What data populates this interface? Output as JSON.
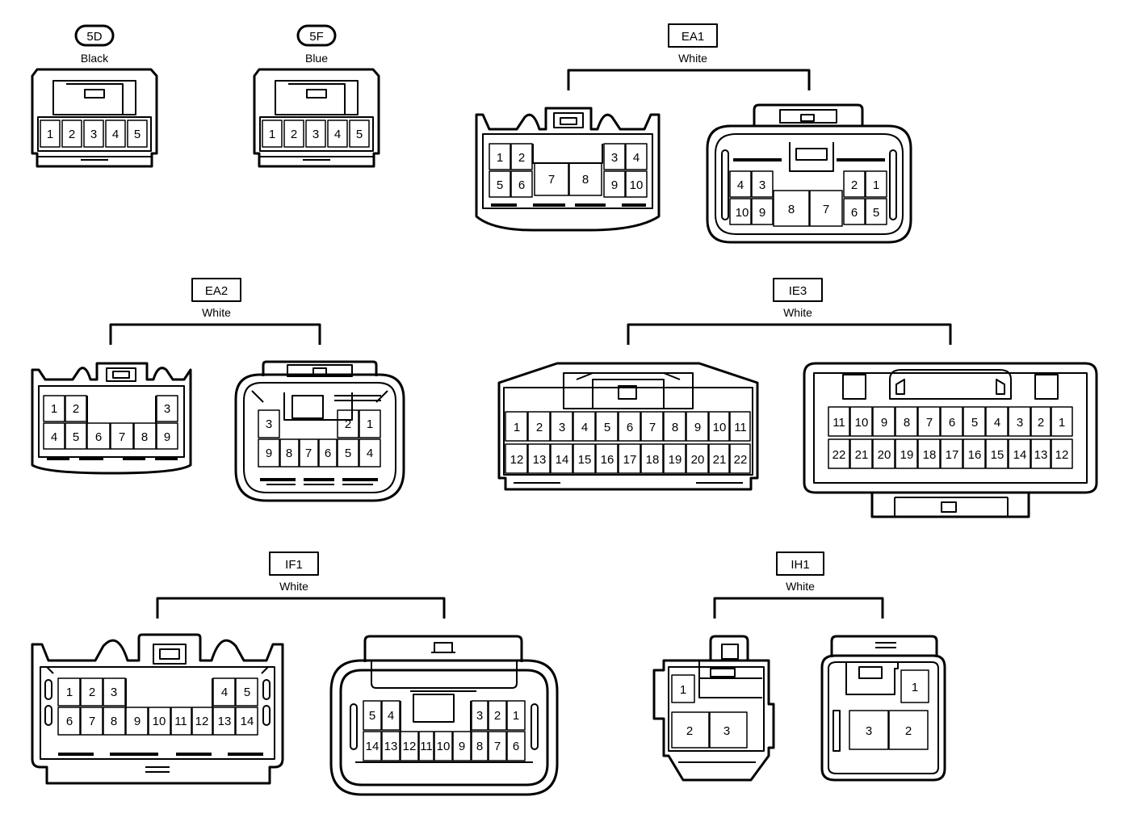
{
  "colors": {
    "ink": "#000000",
    "paper": "#ffffff"
  },
  "connectors": {
    "c5D": {
      "id": "5D",
      "color": "Black",
      "pins": [
        "1",
        "2",
        "3",
        "4",
        "5"
      ]
    },
    "c5F": {
      "id": "5F",
      "color": "Blue",
      "pins": [
        "1",
        "2",
        "3",
        "4",
        "5"
      ]
    },
    "EA1": {
      "id": "EA1",
      "color": "White",
      "left": {
        "pins": [
          "1",
          "2",
          "3",
          "4",
          "5",
          "6",
          "7",
          "8",
          "9",
          "10"
        ]
      },
      "right": {
        "pins": [
          "4",
          "3",
          "2",
          "1",
          "10",
          "9",
          "8",
          "7",
          "6",
          "5"
        ]
      }
    },
    "EA2": {
      "id": "EA2",
      "color": "White",
      "left": {
        "pins": [
          "1",
          "2",
          "3",
          "4",
          "5",
          "6",
          "7",
          "8",
          "9"
        ]
      },
      "right": {
        "pins": [
          "3",
          "2",
          "1",
          "9",
          "8",
          "7",
          "6",
          "5",
          "4"
        ]
      }
    },
    "IE3": {
      "id": "IE3",
      "color": "White",
      "left": {
        "pins": [
          "1",
          "2",
          "3",
          "4",
          "5",
          "6",
          "7",
          "8",
          "9",
          "10",
          "11",
          "12",
          "13",
          "14",
          "15",
          "16",
          "17",
          "18",
          "19",
          "20",
          "21",
          "22"
        ]
      },
      "right": {
        "pins": [
          "11",
          "10",
          "9",
          "8",
          "7",
          "6",
          "5",
          "4",
          "3",
          "2",
          "1",
          "22",
          "21",
          "20",
          "19",
          "18",
          "17",
          "16",
          "15",
          "14",
          "13",
          "12"
        ]
      }
    },
    "IF1": {
      "id": "IF1",
      "color": "White",
      "left": {
        "pins": [
          "1",
          "2",
          "3",
          "4",
          "5",
          "6",
          "7",
          "8",
          "9",
          "10",
          "11",
          "12",
          "13",
          "14"
        ]
      },
      "right": {
        "pins": [
          "5",
          "4",
          "3",
          "2",
          "1",
          "14",
          "13",
          "12",
          "11",
          "10",
          "9",
          "8",
          "7",
          "6"
        ]
      }
    },
    "IH1": {
      "id": "IH1",
      "color": "White",
      "left": {
        "pins": [
          "1",
          "2",
          "3"
        ]
      },
      "right": {
        "pins": [
          "1",
          "3",
          "2"
        ]
      }
    }
  }
}
